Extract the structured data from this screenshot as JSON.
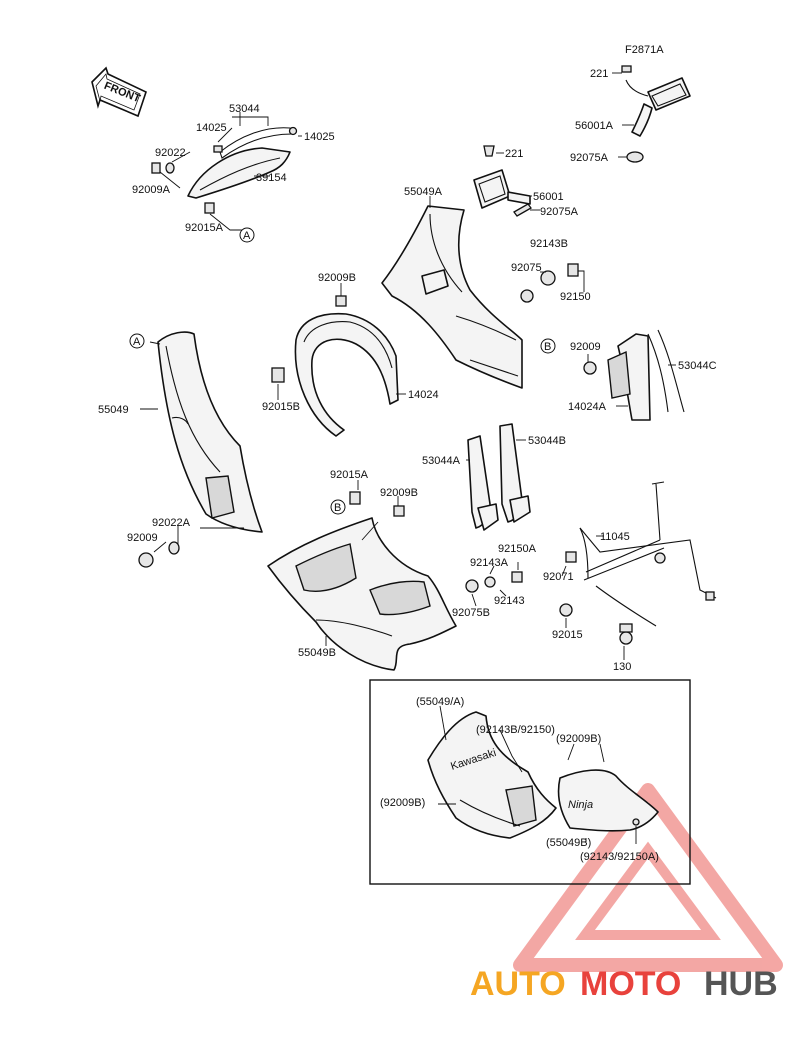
{
  "diagram_code": "F2871A",
  "front_arrow_label": "FRONT",
  "part_labels": {
    "p53044": "53044",
    "p14025_left": "14025",
    "p14025_right": "14025",
    "p92022": "92022",
    "p92009A": "92009A",
    "p39154": "39154",
    "p92015A_top": "92015A",
    "p221_top": "221",
    "p56001A": "56001A",
    "p92075A": "92075A",
    "p221_mid": "221",
    "p55049A": "55049A",
    "p56001": "56001",
    "p92075A_mid": "92075A",
    "p92143B": "92143B",
    "p92075": "92075",
    "p92150": "92150",
    "p92009B_mid": "92009B",
    "p55049": "55049",
    "p92015B": "92015B",
    "p14024": "14024",
    "p92009_right": "92009",
    "p53044C": "53044C",
    "p14024A": "14024A",
    "p53044A": "53044A",
    "p53044B": "53044B",
    "p92015A_low": "92015A",
    "p92009B_low": "92009B",
    "p92022A": "92022A",
    "p92009_left": "92009",
    "p11045": "11045",
    "p92150A": "92150A",
    "p92143A": "92143A",
    "p92071": "92071",
    "p92143": "92143",
    "p92075B": "92075B",
    "p92015": "92015",
    "p130": "130",
    "p55049B": "55049B"
  },
  "callouts": {
    "A_top": "A",
    "A_left": "A",
    "B_right": "B",
    "B_low": "B"
  },
  "inset": {
    "p55049_A": "(55049/A)",
    "p92143B_92150": "(92143B/92150)",
    "p92009B_top": "(92009B)",
    "p92009B_left": "(92009B)",
    "p55049B": "(55049B)",
    "p92143_92150A": "(92143/92150A)",
    "fairing_text": "Kawasaki",
    "lower_text": "Ninja"
  },
  "watermark": {
    "part1": "AUTO",
    "part2": "MOTO",
    "part3": "HUB",
    "color_orange": "#f5a623",
    "color_red": "#e8423c",
    "color_dark": "#555555"
  }
}
